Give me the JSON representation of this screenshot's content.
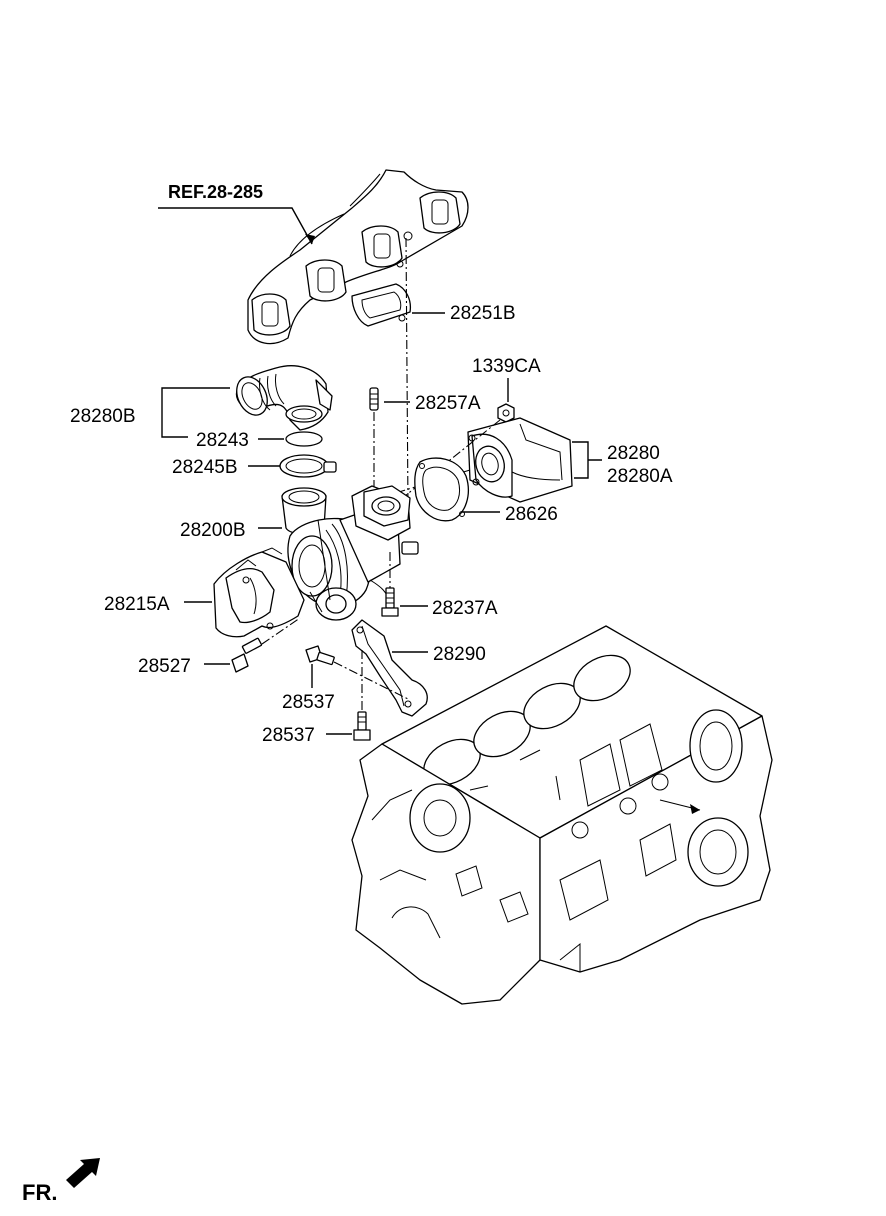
{
  "diagram": {
    "ref_label": "REF.28-285",
    "direction_label": "FR.",
    "callouts": {
      "p28251B": "28251B",
      "p1339CA": "1339CA",
      "p28280B": "28280B",
      "p28257A": "28257A",
      "p28243": "28243",
      "p28280": "28280",
      "p28280A": "28280A",
      "p28245B": "28245B",
      "p28626": "28626",
      "p28200B": "28200B",
      "p28215A": "28215A",
      "p28237A": "28237A",
      "p28290": "28290",
      "p28527": "28527",
      "p28537a": "28537",
      "p28537b": "28537"
    },
    "icons": [
      "exhaust-manifold-icon",
      "turbocharger-icon",
      "engine-block-icon",
      "direction-arrow-icon"
    ]
  }
}
